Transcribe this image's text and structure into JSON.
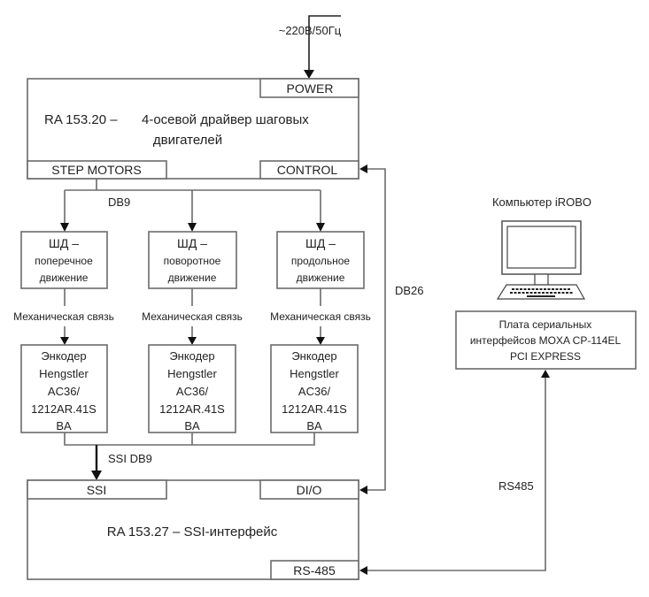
{
  "power_source": {
    "label": "~220В/50Гц"
  },
  "driver": {
    "title_part1": "RA 153.20 –",
    "title_part2": "4-осевой драйвер шаговых",
    "title_part3": "двигателей",
    "ports": {
      "power": "POWER",
      "step_motors": "STEP MOTORS",
      "control": "CONTROL"
    }
  },
  "connections": {
    "db9": "DB9",
    "ssi_db9": "SSI DB9",
    "db26": "DB26",
    "rs485": "RS485",
    "mechanical": "Механическая связь"
  },
  "motors": [
    {
      "line1": "ШД –",
      "line2": "поперечное",
      "line3": "движение"
    },
    {
      "line1": "ШД –",
      "line2": "поворотное",
      "line3": "движение"
    },
    {
      "line1": "ШД –",
      "line2": "продольное",
      "line3": "движение"
    }
  ],
  "encoders": [
    {
      "line1": "Энкодер",
      "line2": "Hengstler",
      "line3": "AC36/",
      "line4": "1212AR.41S",
      "line5": "BA"
    },
    {
      "line1": "Энкодер",
      "line2": "Hengstler",
      "line3": "AC36/",
      "line4": "1212AR.41S",
      "line5": "BA"
    },
    {
      "line1": "Энкодер",
      "line2": "Hengstler",
      "line3": "AC36/",
      "line4": "1212AR.41S",
      "line5": "BA"
    }
  ],
  "ssi_interface": {
    "title": "RA 153.27 – SSI-интерфейс",
    "ports": {
      "ssi": "SSI",
      "dio": "DI/O",
      "rs485": "RS-485"
    }
  },
  "computer": {
    "label": "Компьютер iROBO",
    "icon": "desktop-computer-icon"
  },
  "serial_board": {
    "line1": "Плата сериальных",
    "line2": "интерфейсов MOXA CP-114EL",
    "line3": "PCI EXPRESS"
  }
}
